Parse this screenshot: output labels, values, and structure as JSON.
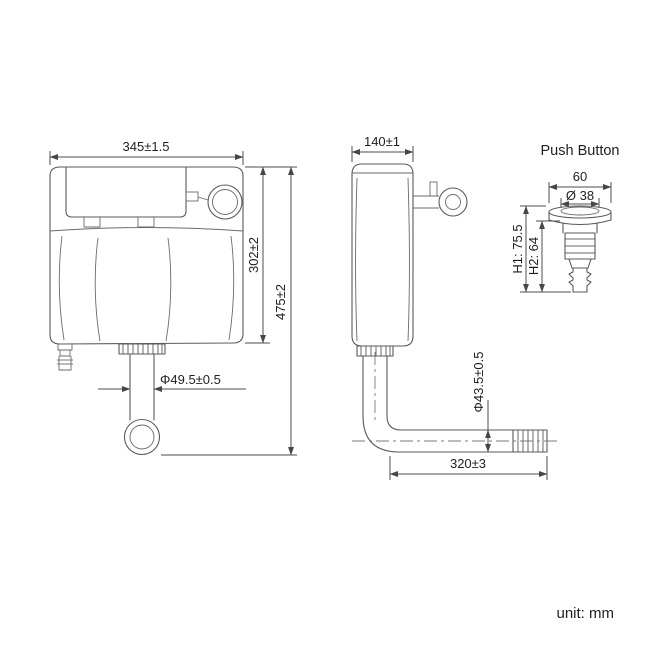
{
  "labels": {
    "push_button_title": "Push Button",
    "unit": "unit: mm"
  },
  "dims": {
    "front_width": "345±1.5",
    "front_tank_height": "302±2",
    "front_total_height": "475±2",
    "front_outlet_dia": "Φ49.5±0.5",
    "side_depth": "140±1",
    "side_pipe_dia": "Φ43.5±0.5",
    "side_pipe_length": "320±3",
    "button_width": "60",
    "button_face_dia": "Ø 38",
    "button_h1": "H1: 75.5",
    "button_h2": "H2: 64"
  }
}
